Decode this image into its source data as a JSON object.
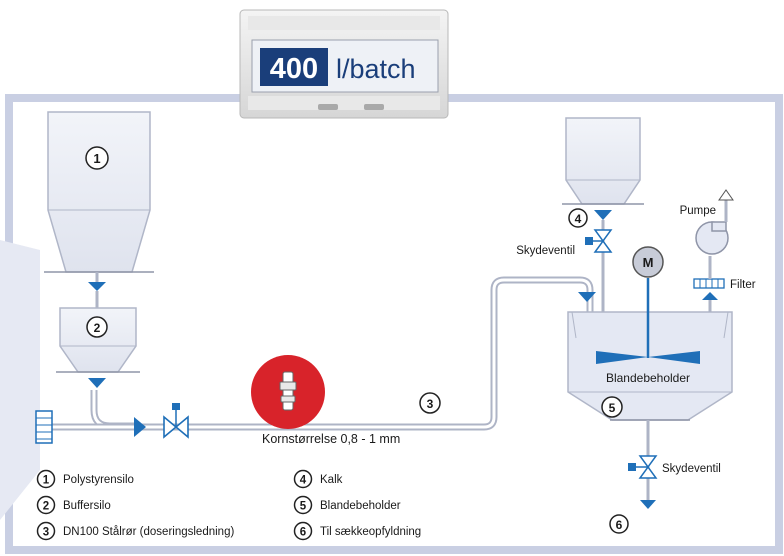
{
  "display": {
    "value": "400",
    "unit": "l/batch"
  },
  "markers": {
    "m1": "1",
    "m2": "2",
    "m3": "3",
    "m4": "4",
    "m5": "5",
    "m6": "6"
  },
  "labels": {
    "skydeventil_top": "Skydeventil",
    "pumpe": "Pumpe",
    "motor": "M",
    "filter": "Filter",
    "blandebeholder": "Blandebeholder",
    "kornstorrelse": "Kornstørrelse 0,8 - 1 mm",
    "skydeventil_bottom": "Skydeventil"
  },
  "legend": [
    {
      "num": "1",
      "text": "Polystyrensilo"
    },
    {
      "num": "2",
      "text": "Buffersilo"
    },
    {
      "num": "3",
      "text": "DN100 Stålrør (doseringsledning)"
    },
    {
      "num": "4",
      "text": "Kalk"
    },
    {
      "num": "5",
      "text": "Blandebeholder"
    },
    {
      "num": "6",
      "text": "Til sækkeopfyldning"
    }
  ],
  "colors": {
    "frame": "#c9cfe3",
    "vessel": "#e4e8f3",
    "vessel_stroke": "#b0b6c8",
    "pipe": "#aeb4c6",
    "valve": "#1f6fb8",
    "accent_red": "#d8232a",
    "display_bg": "#1a3e7a",
    "motor_fill": "#c8ccd8"
  }
}
